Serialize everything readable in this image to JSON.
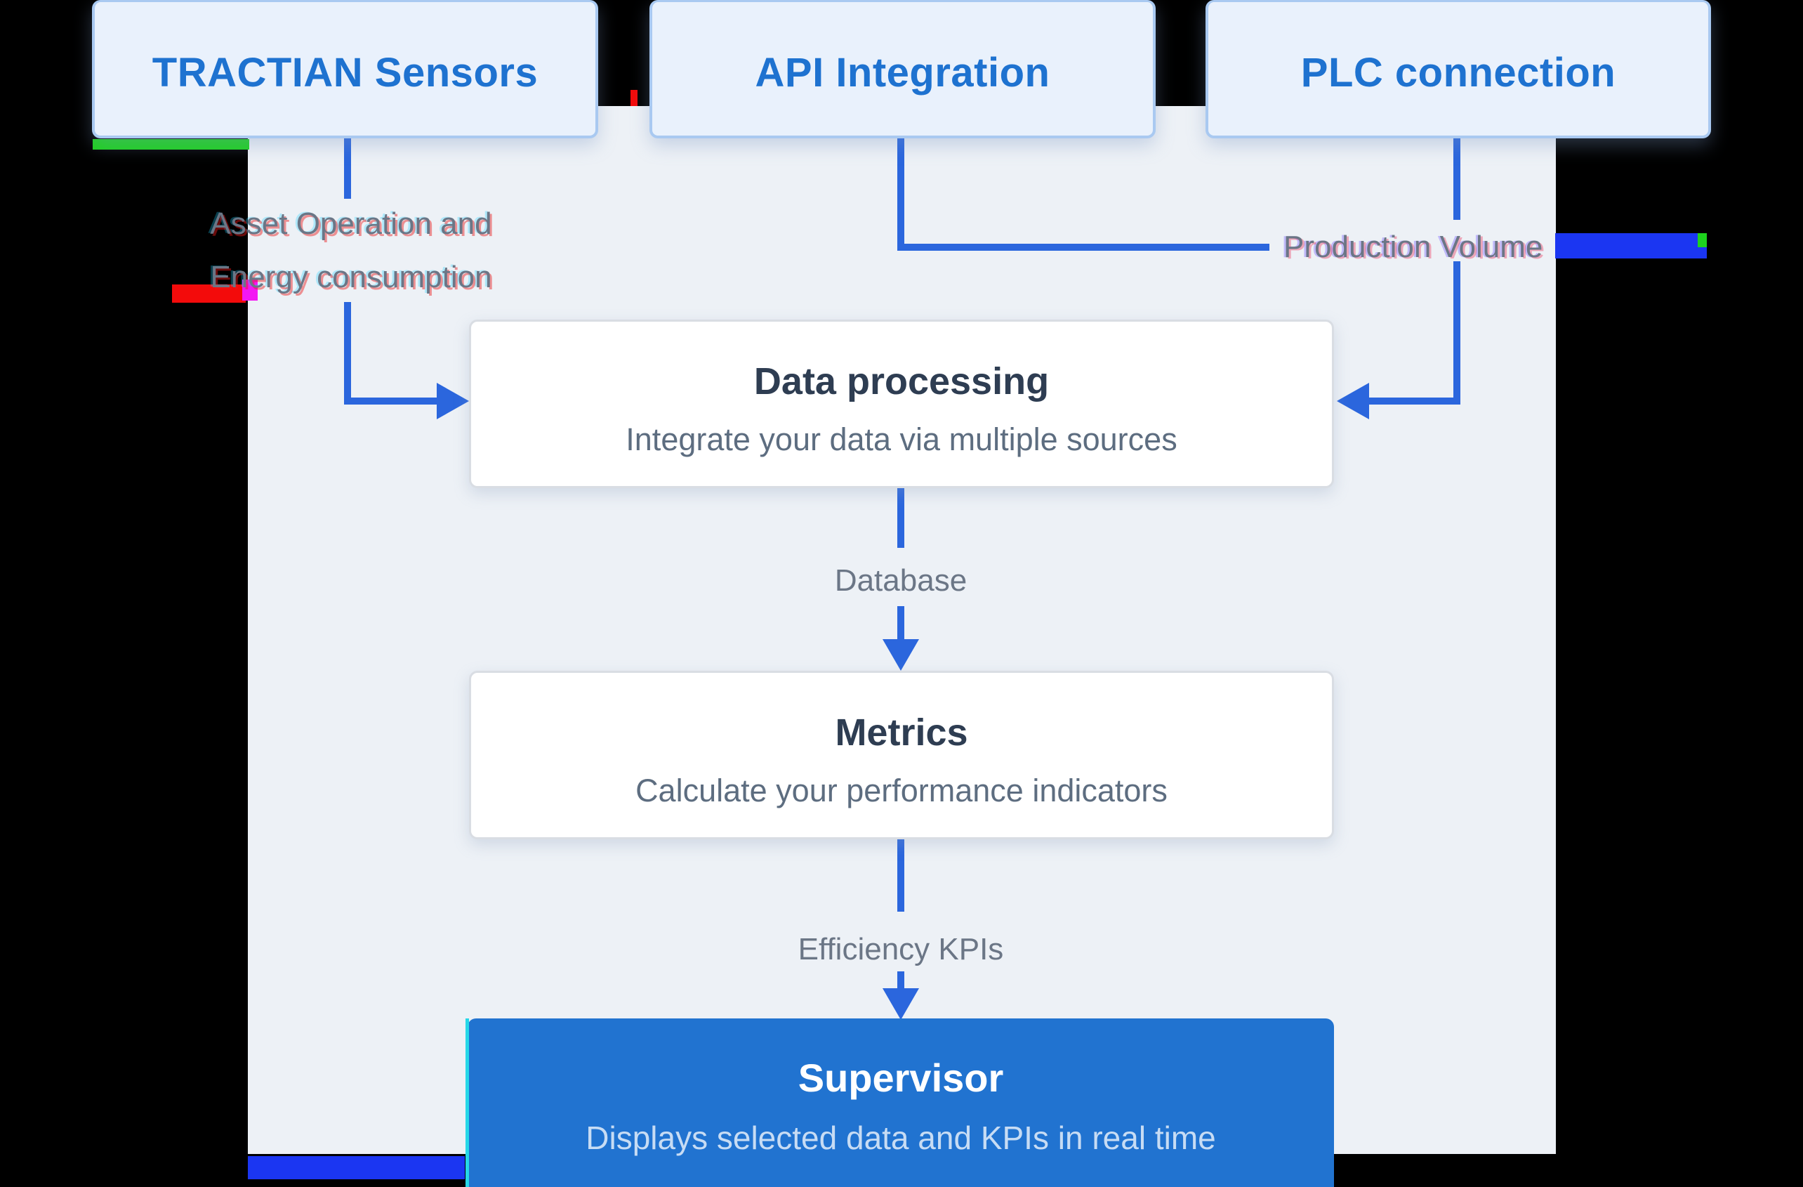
{
  "sources": [
    {
      "id": "tractian-sensors",
      "label": "TRACTIAN Sensors"
    },
    {
      "id": "api-integration",
      "label": "API Integration"
    },
    {
      "id": "plc-connection",
      "label": "PLC connection"
    }
  ],
  "edges": {
    "asset_line1": "Asset Operation and",
    "asset_line2": "Energy consumption",
    "production_volume": "Production Volume",
    "database": "Database",
    "efficiency_kpis": "Efficiency KPIs"
  },
  "nodes": {
    "processing": {
      "title": "Data processing",
      "subtitle": "Integrate your data via multiple sources"
    },
    "metrics": {
      "title": "Metrics",
      "subtitle": "Calculate your performance indicators"
    },
    "supervisor": {
      "title": "Supervisor",
      "subtitle": "Displays selected data and KPIs in real time"
    }
  },
  "colors": {
    "background": "#000000",
    "panel": "#edf1f6",
    "source_box_fill": "#e9f1fc",
    "source_box_border": "#a9c9f1",
    "source_text": "#1e72d0",
    "node_fill": "#ffffff",
    "node_border": "#d9dde3",
    "node_title": "#2e3d52",
    "node_subtitle": "#5d6d80",
    "connector": "#2b66dd",
    "label_text": "#6b7686",
    "supervisor_fill": "#2173d0",
    "supervisor_subtitle": "#c7dcf4",
    "glitch_green": "#1dd21d",
    "glitch_red": "#f30b0b",
    "glitch_blue": "#1b36f2",
    "glitch_cyan": "#25d7e8",
    "glitch_magenta": "#f317f3"
  }
}
